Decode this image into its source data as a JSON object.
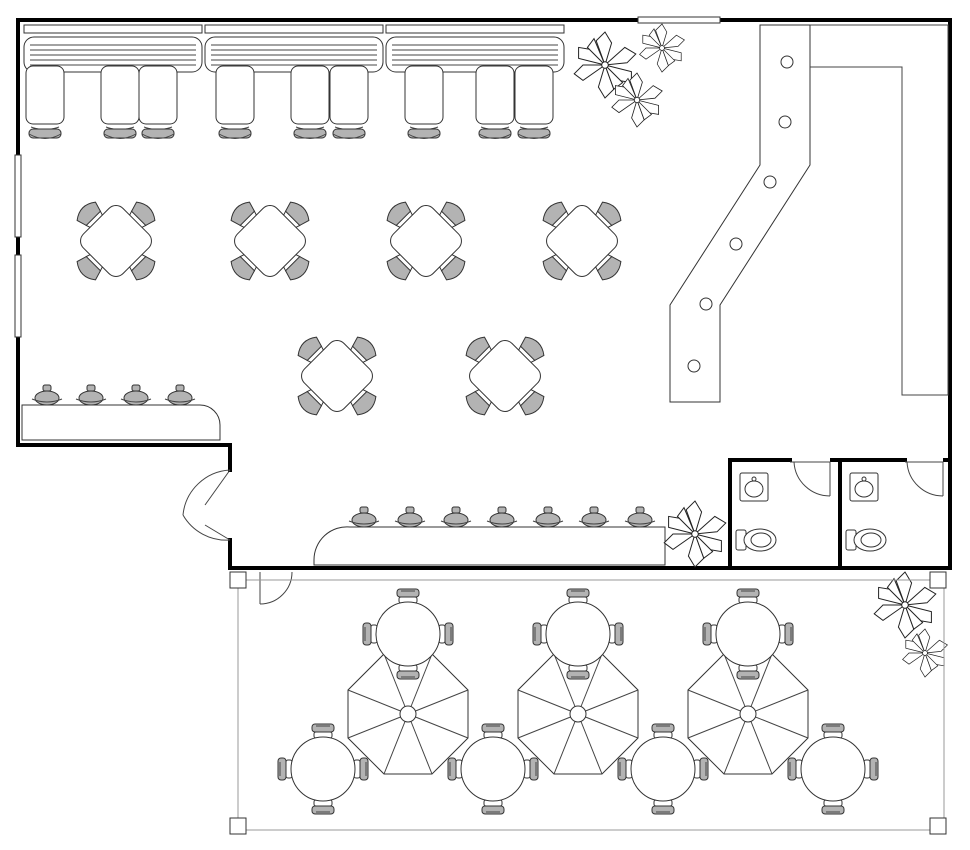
{
  "plan": {
    "kind": "restaurant-floor-plan",
    "colors": {
      "wall": "#000000",
      "line": "#444444",
      "chair_back": "#b3b3b3",
      "fill": "#ffffff"
    },
    "icons": [
      "booth-bench",
      "booth-chair",
      "square-table-4",
      "bar-stool",
      "round-table-4",
      "patio-umbrella",
      "plant",
      "toilet",
      "sink",
      "door"
    ]
  },
  "counts": {
    "booth_benches": 3,
    "booth_chairs": 9,
    "upper_square_tables": 4,
    "lower_square_tables": 2,
    "left_bar_stools": 4,
    "bottom_bar_stools": 7,
    "bar_lights": 6,
    "restrooms": 2,
    "patio_tables": 7,
    "patio_umbrellas": 3,
    "plants": 6
  }
}
